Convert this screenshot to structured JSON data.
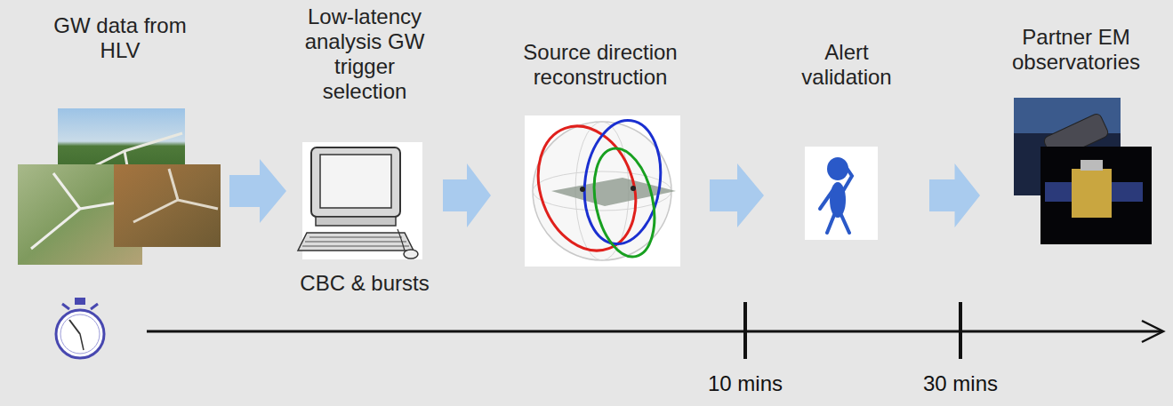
{
  "diagram": {
    "nodes": [
      {
        "text": [
          "GW data from HLV"
        ]
      },
      {
        "text": [
          "Low-latency analysis GW trigger selection",
          "CBC & bursts"
        ]
      },
      {
        "text": [
          "Source direction reconstruction"
        ]
      },
      {
        "text": [
          "Alert validation"
        ]
      },
      {
        "text": [
          "Partner EM observatories"
        ]
      }
    ],
    "edges": [
      {
        "from": 0,
        "to": 1,
        "arrow": "to"
      },
      {
        "from": 1,
        "to": 2,
        "arrow": "to"
      },
      {
        "from": 2,
        "to": 3,
        "arrow": "to"
      },
      {
        "from": 3,
        "to": 4,
        "arrow": "to"
      }
    ],
    "labels": [
      "10 mins",
      "30 mins"
    ]
  }
}
